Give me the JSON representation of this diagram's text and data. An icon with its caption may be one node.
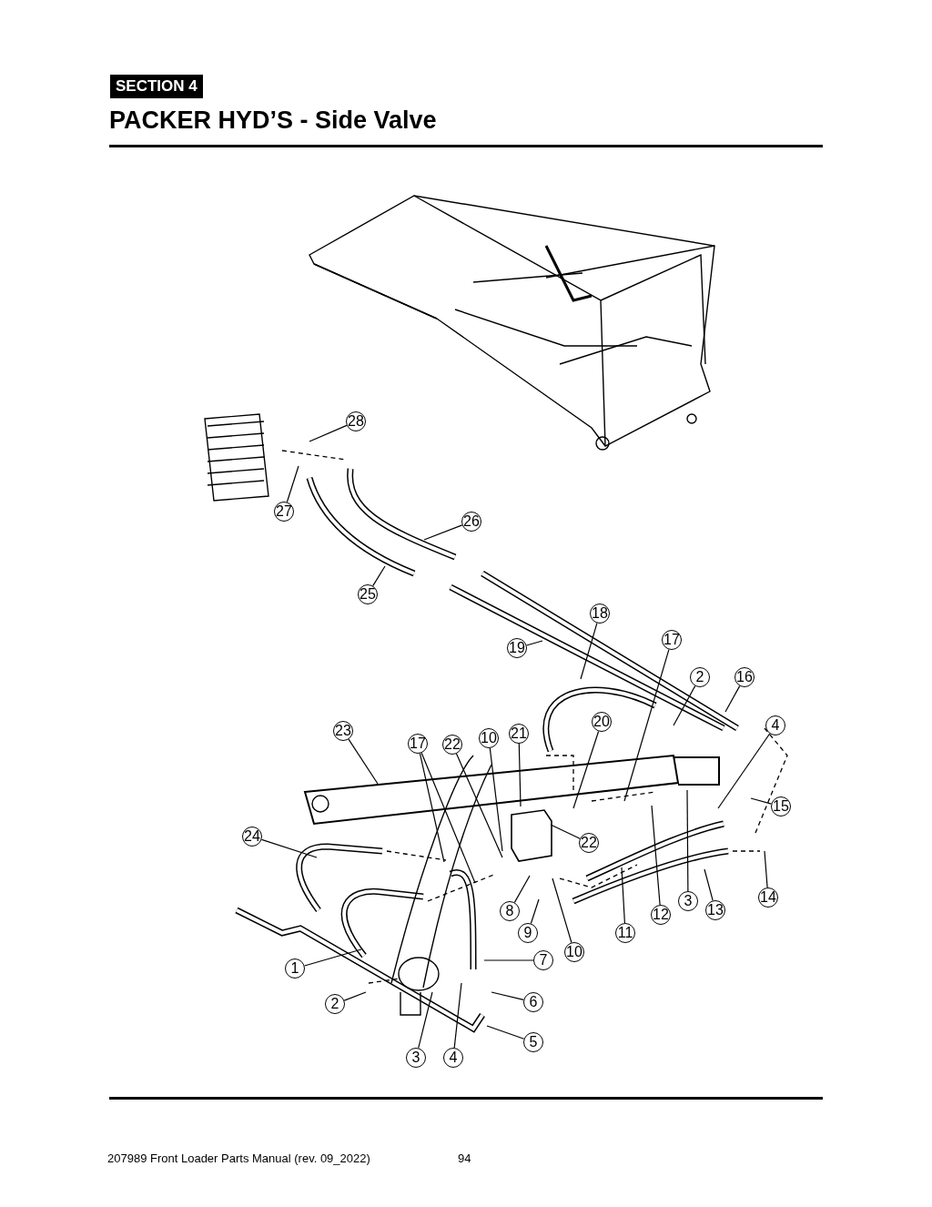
{
  "diagram": {
    "title": "PACKER HYD’S - Side Valve",
    "nodes": [
      {
        "text": [
          "28"
        ]
      },
      {
        "text": [
          "27"
        ]
      },
      {
        "text": [
          "26"
        ]
      },
      {
        "text": [
          "25"
        ]
      },
      {
        "text": [
          "18"
        ]
      },
      {
        "text": [
          "19"
        ]
      },
      {
        "text": [
          "17"
        ]
      },
      {
        "text": [
          "2"
        ]
      },
      {
        "text": [
          "16"
        ]
      },
      {
        "text": [
          "4"
        ]
      },
      {
        "text": [
          "23"
        ]
      },
      {
        "text": [
          "17"
        ]
      },
      {
        "text": [
          "22"
        ]
      },
      {
        "text": [
          "10"
        ]
      },
      {
        "text": [
          "21"
        ]
      },
      {
        "text": [
          "20"
        ]
      },
      {
        "text": [
          "22"
        ]
      },
      {
        "text": [
          "15"
        ]
      },
      {
        "text": [
          "24"
        ]
      },
      {
        "text": [
          "8"
        ]
      },
      {
        "text": [
          "9"
        ]
      },
      {
        "text": [
          "10"
        ]
      },
      {
        "text": [
          "11"
        ]
      },
      {
        "text": [
          "12"
        ]
      },
      {
        "text": [
          "3"
        ]
      },
      {
        "text": [
          "13"
        ]
      },
      {
        "text": [
          "14"
        ]
      },
      {
        "text": [
          "7"
        ]
      },
      {
        "text": [
          "1"
        ]
      },
      {
        "text": [
          "6"
        ]
      },
      {
        "text": [
          "2"
        ]
      },
      {
        "text": [
          "5"
        ]
      },
      {
        "text": [
          "3"
        ]
      },
      {
        "text": [
          "4"
        ]
      }
    ],
    "edges": [
      {
        "from": 0,
        "to": null,
        "arrow": "none"
      },
      {
        "from": 1,
        "to": null,
        "arrow": "none"
      },
      {
        "from": 2,
        "to": null,
        "arrow": "none"
      },
      {
        "from": 3,
        "to": null,
        "arrow": "none"
      },
      {
        "from": 4,
        "to": null,
        "arrow": "none"
      },
      {
        "from": 5,
        "to": null,
        "arrow": "none"
      },
      {
        "from": 6,
        "to": null,
        "arrow": "none"
      },
      {
        "from": 7,
        "to": null,
        "arrow": "none"
      },
      {
        "from": 8,
        "to": null,
        "arrow": "none"
      },
      {
        "from": 9,
        "to": null,
        "arrow": "none"
      },
      {
        "from": 10,
        "to": null,
        "arrow": "none"
      },
      {
        "from": 11,
        "to": null,
        "arrow": "none"
      },
      {
        "from": 11,
        "to": null,
        "arrow": "none"
      },
      {
        "from": 12,
        "to": null,
        "arrow": "none"
      },
      {
        "from": 13,
        "to": null,
        "arrow": "none"
      },
      {
        "from": 14,
        "to": null,
        "arrow": "none"
      },
      {
        "from": 15,
        "to": null,
        "arrow": "none"
      },
      {
        "from": 16,
        "to": null,
        "arrow": "none"
      },
      {
        "from": 17,
        "to": null,
        "arrow": "none"
      },
      {
        "from": 18,
        "to": null,
        "arrow": "none"
      },
      {
        "from": 19,
        "to": null,
        "arrow": "none"
      },
      {
        "from": 20,
        "to": null,
        "arrow": "none"
      },
      {
        "from": 21,
        "to": null,
        "arrow": "none"
      },
      {
        "from": 22,
        "to": null,
        "arrow": "none"
      },
      {
        "from": 23,
        "to": null,
        "arrow": "none"
      },
      {
        "from": 24,
        "to": null,
        "arrow": "none"
      },
      {
        "from": 25,
        "to": null,
        "arrow": "none"
      },
      {
        "from": 26,
        "to": null,
        "arrow": "none"
      },
      {
        "from": 27,
        "to": null,
        "arrow": "none"
      },
      {
        "from": 28,
        "to": null,
        "arrow": "none"
      },
      {
        "from": 29,
        "to": null,
        "arrow": "none"
      },
      {
        "from": 30,
        "to": null,
        "arrow": "none"
      },
      {
        "from": 31,
        "to": null,
        "arrow": "none"
      },
      {
        "from": 32,
        "to": null,
        "arrow": "none"
      },
      {
        "from": 33,
        "to": null,
        "arrow": "none"
      }
    ],
    "labels": [
      "SECTION 4",
      "207989 Front Loader Parts Manual (rev. 09_2022)",
      "94"
    ]
  }
}
